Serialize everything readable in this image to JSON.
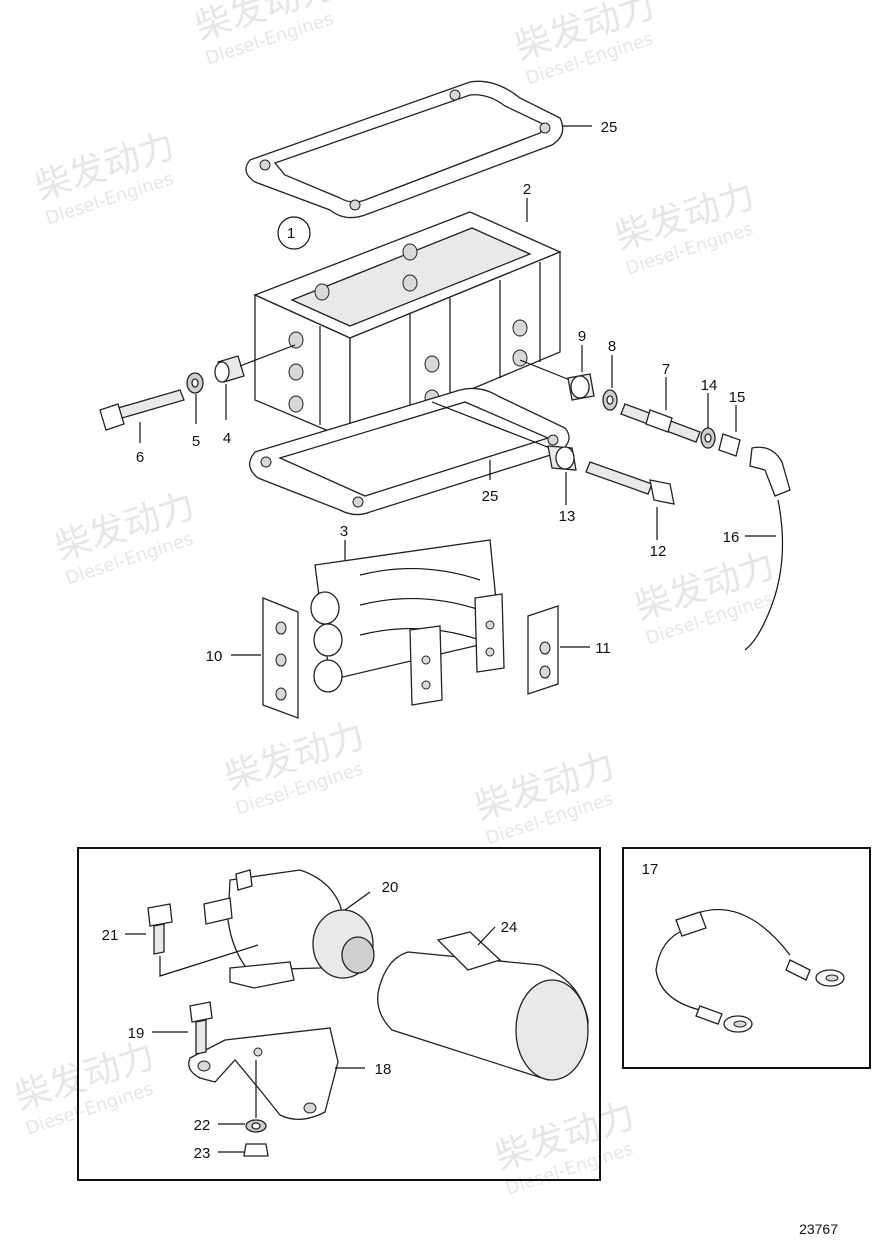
{
  "watermark": {
    "brand_cn": "柴发动力",
    "brand_en": "Diesel-Engines"
  },
  "callouts": {
    "c1": "1",
    "c2": "2",
    "c3": "3",
    "c4": "4",
    "c5": "5",
    "c6": "6",
    "c7": "7",
    "c8": "8",
    "c9": "9",
    "c10": "10",
    "c11": "11",
    "c12": "12",
    "c13": "13",
    "c14": "14",
    "c15": "15",
    "c16": "16",
    "c17": "17",
    "c18": "18",
    "c19": "19",
    "c20": "20",
    "c21": "21",
    "c22": "22",
    "c23": "23",
    "c24": "24",
    "c25_top": "25",
    "c25_bottom": "25"
  },
  "sheet_number": "23767"
}
